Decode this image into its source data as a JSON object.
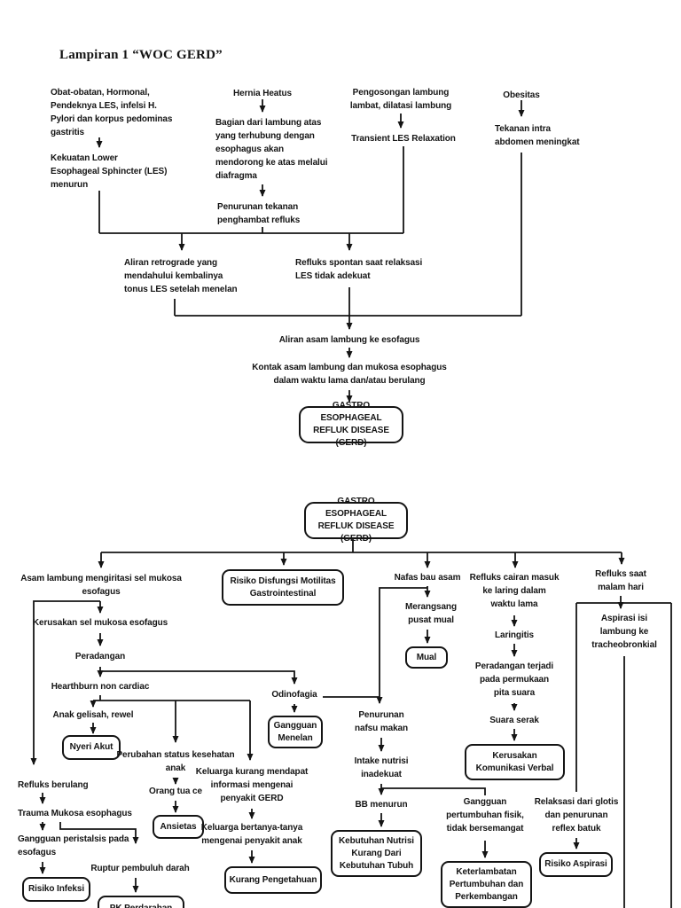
{
  "title": "Lampiran 1 “WOC GERD”",
  "colors": {
    "ink": "#141414",
    "paper": "#ffffff"
  },
  "nodes": {
    "obat": {
      "label": "Obat-obatan, Hormonal,\nPendeknya LES, infelsi H.\nPylori dan korpus pedominas\ngastritis"
    },
    "kekuatan_les": {
      "label": "Kekuatan Lower\nEsophageal Sphincter (LES)\nmenurun"
    },
    "hernia": {
      "label": "Hernia Heatus"
    },
    "bagian_lambung": {
      "label": "Bagian dari lambung atas\nyang terhubung dengan\nesophagus akan\nmendorong ke atas melalui\ndiafragma"
    },
    "penurunan_tekanan": {
      "label": "Penurunan tekanan\npenghambat refluks"
    },
    "pengosongan": {
      "label": "Pengosongan lambung\nlambat, dilatasi lambung"
    },
    "transient": {
      "label": "Transient LES Relaxation"
    },
    "obesitas": {
      "label": "Obesitas"
    },
    "tekanan_intra": {
      "label": "Tekanan intra\nabdomen meningkat"
    },
    "aliran_retrograde": {
      "label": "Aliran retrograde yang\nmendahului kembalinya\ntonus LES setelah menelan"
    },
    "refluks_spontan": {
      "label": "Refluks spontan saat relaksasi\nLES tidak adekuat"
    },
    "aliran_asam": {
      "label": "Aliran asam lambung ke esofagus"
    },
    "kontak_asam": {
      "label": "Kontak asam lambung dan mukosa esophagus\ndalam waktu lama dan/atau berulang"
    },
    "gerd_top": {
      "label": "GASTRO ESOPHAGEAL\nREFLUK DISEASE (GERD)"
    },
    "gerd_bottom": {
      "label": "GASTRO ESOPHAGEAL\nREFLUK DISEASE (GERD)"
    },
    "asam_iritasi": {
      "label": "Asam lambung mengiritasi sel mukosa\nesofagus"
    },
    "kerusakan_sel": {
      "label": "Kerusakan sel mukosa esofagus"
    },
    "peradangan": {
      "label": "Peradangan"
    },
    "hearthburn": {
      "label": "Hearthburn non cardiac"
    },
    "anak_gelisah": {
      "label": "Anak gelisah, rewel"
    },
    "nyeri_akut": {
      "label": "Nyeri Akut"
    },
    "perubahan_status": {
      "label": "Perubahan status kesehatan\nanak"
    },
    "orang_tua": {
      "label": "Orang tua ce"
    },
    "ansietas": {
      "label": "Ansietas"
    },
    "keluarga_kurang": {
      "label": "Keluarga kurang mendapat\ninformasi mengenai\npenyakit GERD"
    },
    "keluarga_bertanya": {
      "label": "Keluarga bertanya-tanya\nmengenai penyakit anak"
    },
    "kurang_pengetahuan": {
      "label": "Kurang Pengetahuan"
    },
    "refluks_berulang": {
      "label": "Refluks berulang"
    },
    "trauma_mukosa": {
      "label": "Trauma Mukosa esophagus"
    },
    "gangguan_peristalsis": {
      "label": "Gangguan peristalsis pada\nesofagus"
    },
    "risiko_infeksi": {
      "label": "Risiko Infeksi"
    },
    "ruptur": {
      "label": "Ruptur pembuluh darah"
    },
    "pk_perdarahan": {
      "label": "PK Perdarahan"
    },
    "risiko_disfungsi": {
      "label": "Risiko Disfungsi Motilitas\nGastrointestinal"
    },
    "odinofagia": {
      "label": "Odinofagia"
    },
    "gangguan_menelan": {
      "label": "Gangguan\nMenelan"
    },
    "nafas_bau": {
      "label": "Nafas bau asam"
    },
    "merangsang": {
      "label": "Merangsang\npusat mual"
    },
    "mual": {
      "label": "Mual"
    },
    "penurunan_nafsu": {
      "label": "Penurunan\nnafsu makan"
    },
    "intake": {
      "label": "Intake nutrisi\ninadekuat"
    },
    "bb_menurun": {
      "label": "BB menurun"
    },
    "kebutuhan_nutrisi": {
      "label": "Kebutuhan Nutrisi\nKurang Dari\nKebutuhan Tubuh"
    },
    "refluks_cairan": {
      "label": "Refluks cairan masuk\nke laring dalam\nwaktu lama"
    },
    "laringitis": {
      "label": "Laringitis"
    },
    "peradangan_pita": {
      "label": "Peradangan terjadi\npada permukaan\npita suara"
    },
    "suara_serak": {
      "label": "Suara serak"
    },
    "kerusakan_komunikasi": {
      "label": "Kerusakan\nKomunikasi Verbal"
    },
    "gangguan_pertumbuhan": {
      "label": "Gangguan\npertumbuhan fisik,\ntidak bersemangat"
    },
    "keterlambatan": {
      "label": "Keterlambatan\nPertumbuhan dan\nPerkembangan"
    },
    "refluks_malam": {
      "label": "Refluks saat\nmalam hari"
    },
    "aspirasi_isi": {
      "label": "Aspirasi isi\nlambung ke\ntracheobronkial"
    },
    "relaksasi_glotis": {
      "label": "Relaksasi dari glotis\ndan penurunan\nreflex batuk"
    },
    "risiko_aspirasi": {
      "label": "Risiko Aspirasi"
    }
  }
}
